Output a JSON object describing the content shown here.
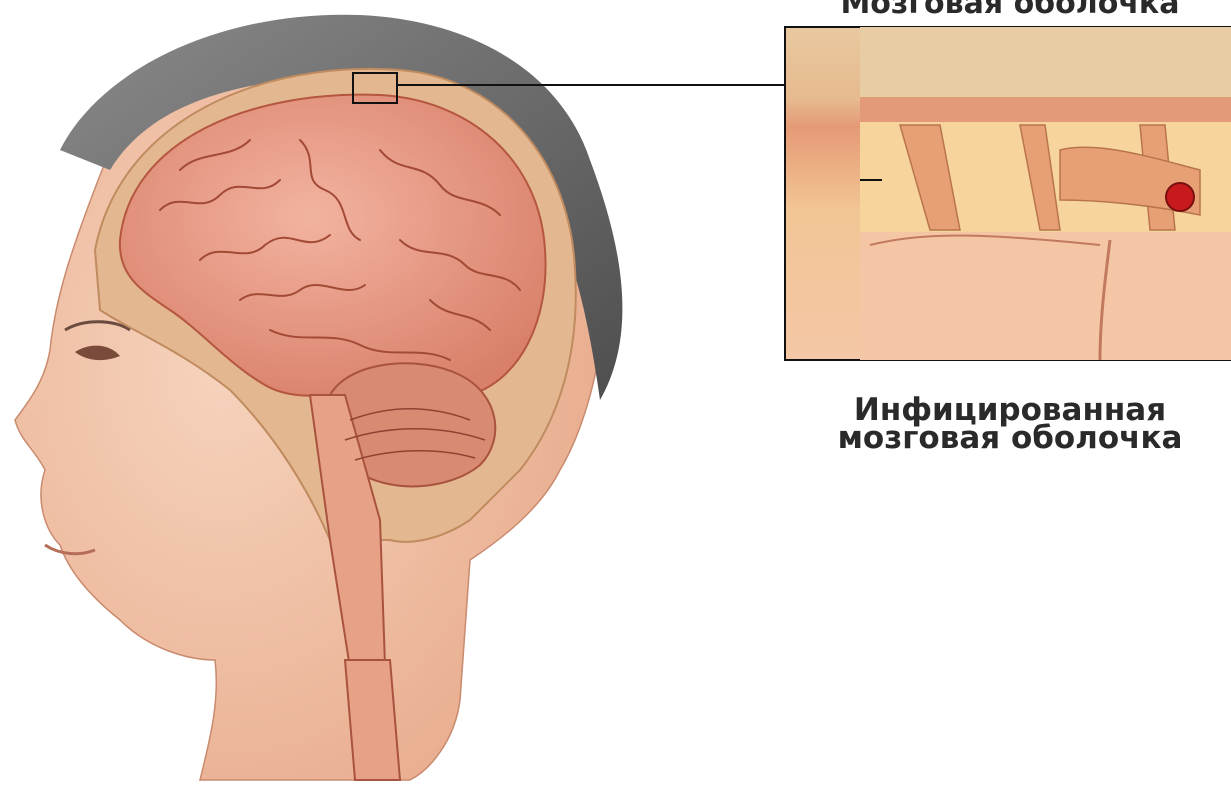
{
  "labels": {
    "top_panel_title": "Мозговая оболочка",
    "infected_title_line1": "Инфицированная",
    "infected_title_line2": "мозговая оболочка"
  },
  "colors": {
    "brain": "#e89a86",
    "brain_dark": "#b5563f",
    "skin": "#f3c9ad",
    "hair": "#6b6b6b",
    "meninges_normal": "#f0b98a",
    "meninges_infected": "#e8604a",
    "outline": "#111111"
  }
}
